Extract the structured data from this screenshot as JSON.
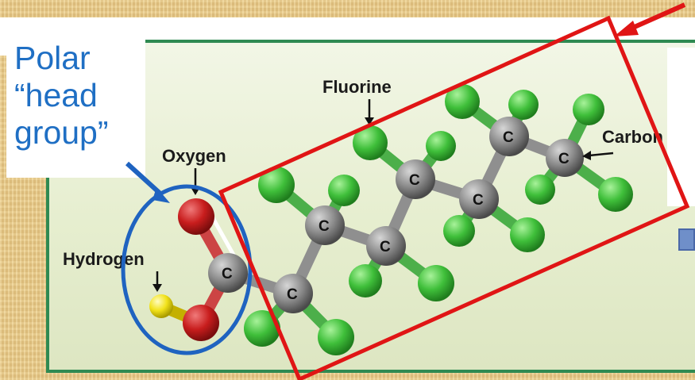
{
  "labels": {
    "fluorine": "Fluorine",
    "oxygen": "Oxygen",
    "hydrogen": "Hydrogen",
    "carbon": "Carbon",
    "carbon_symbol": "C"
  },
  "callout": {
    "line1": "Polar",
    "line2": "“head",
    "line3": "group”"
  },
  "colors": {
    "fluorine": "#3fbf3a",
    "carbon": "#8a8a8a",
    "oxygen": "#c81d1d",
    "hydrogen": "#f2e21a",
    "highlight_box": "#e01515",
    "head_ellipse": "#1f63c0",
    "panel_border": "#2f8a52",
    "callout_text": "#1f6fc4"
  }
}
